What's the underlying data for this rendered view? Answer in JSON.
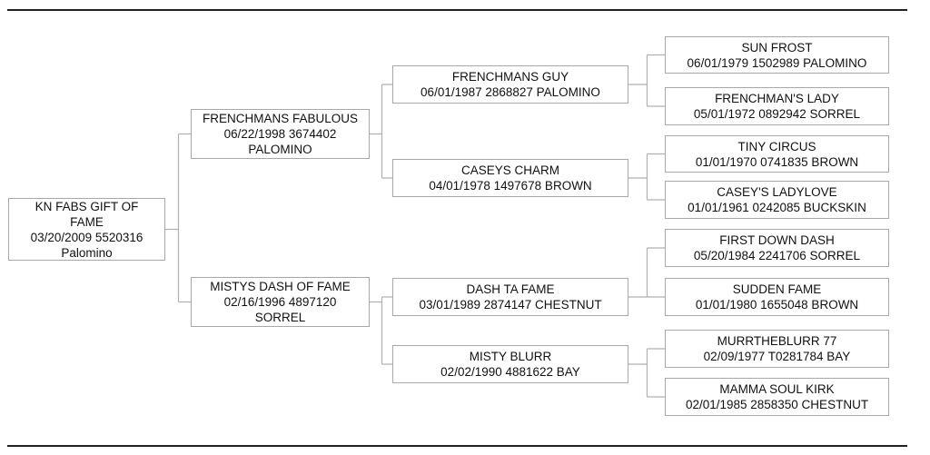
{
  "pedigree": {
    "subject": {
      "lines": [
        "KN FABS GIFT OF",
        "FAME",
        "03/20/2009 5520316",
        "Palomino"
      ]
    },
    "sire": {
      "lines": [
        "FRENCHMANS FABULOUS",
        "06/22/1998 3674402",
        "PALOMINO"
      ]
    },
    "dam": {
      "lines": [
        "MISTYS DASH OF FAME",
        "02/16/1996 4897120",
        "SORREL"
      ]
    },
    "sire_sire": {
      "lines": [
        "FRENCHMANS GUY",
        "06/01/1987 2868827 PALOMINO"
      ]
    },
    "sire_dam": {
      "lines": [
        "CASEYS CHARM",
        "04/01/1978 1497678 BROWN"
      ]
    },
    "dam_sire": {
      "lines": [
        "DASH TA FAME",
        "03/01/1989 2874147 CHESTNUT"
      ]
    },
    "dam_dam": {
      "lines": [
        "MISTY BLURR",
        "02/02/1990 4881622 BAY"
      ]
    },
    "ss_sire": {
      "lines": [
        "SUN FROST",
        "06/01/1979 1502989 PALOMINO"
      ]
    },
    "ss_dam": {
      "lines": [
        "FRENCHMAN'S LADY",
        "05/01/1972 0892942 SORREL"
      ]
    },
    "sd_sire": {
      "lines": [
        "TINY CIRCUS",
        "01/01/1970 0741835 BROWN"
      ]
    },
    "sd_dam": {
      "lines": [
        "CASEY'S LADYLOVE",
        "01/01/1961 0242085 BUCKSKIN"
      ]
    },
    "ds_sire": {
      "lines": [
        "FIRST DOWN DASH",
        "05/20/1984 2241706 SORREL"
      ]
    },
    "ds_dam": {
      "lines": [
        "SUDDEN FAME",
        "01/01/1980 1655048 BROWN"
      ]
    },
    "dd_sire": {
      "lines": [
        "MURRTHEBLURR 77",
        "02/09/1977 T0281784 BAY"
      ]
    },
    "dd_dam": {
      "lines": [
        "MAMMA SOUL KIRK",
        "02/01/1985 2858350 CHESTNUT"
      ]
    }
  }
}
